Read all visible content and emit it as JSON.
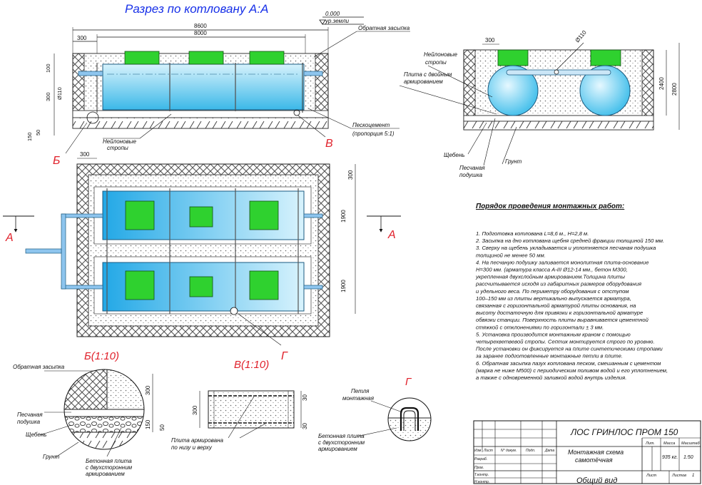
{
  "colors": {
    "tank": "#48c6ee",
    "tank_light": "#cfeefc",
    "hatch": "#2fd12f",
    "red": "#e0202a",
    "blue": "#1730e8"
  },
  "section": {
    "title": "Разрез по котловану А:А",
    "level_value": "0.000",
    "level_label": "ур.земли",
    "dim_8600": "8600",
    "dim_8000": "8000",
    "dim_300_top": "300",
    "dim_100": "100",
    "dim_300_left": "300",
    "dim_pipe": "Ø110",
    "dim_150": "150",
    "dim_50": "50",
    "backfill": "Обратная засыпка",
    "sandcement_1": "Пескоцемент",
    "sandcement_2": "(пропорция 5:1)",
    "nylon_1": "Нейлоновые",
    "nylon_2": "стропы",
    "mark_b": "Б",
    "mark_v": "В"
  },
  "cross": {
    "dim_300": "300",
    "dim_pipe": "Ø110",
    "dim_2400": "2400",
    "dim_2800": "2800",
    "nylon_1": "Нейлоновые",
    "nylon_2": "стропы",
    "plate_1": "Плита с двойным",
    "plate_2": "армированием",
    "gravel": "Щебень",
    "sand_1": "Песчаная",
    "sand_2": "подушка",
    "ground": "Грунт"
  },
  "plan": {
    "dim_300_left": "300",
    "dim_300_right": "300",
    "dim_1900_a": "1900",
    "dim_1900_b": "1900",
    "mark_a_left": "А",
    "mark_a_right": "А",
    "mark_g": "Г"
  },
  "detail_b": {
    "title": "Б(1:10)",
    "backfill": "Обратная засыпка",
    "sand_1": "Песчаная",
    "sand_2": "подушка",
    "gravel": "Щебень",
    "ground": "Грунт",
    "conc_1": "Бетонная плита",
    "conc_2": "с двухсторонним",
    "conc_3": "армированием",
    "dim_300": "300",
    "dim_150": "150",
    "dim_50": "50"
  },
  "detail_v": {
    "title": "В(1:10)",
    "dim_300": "300",
    "dim_30a": "30",
    "dim_30b": "30",
    "note_1": "Плита армирована",
    "note_2": "по низу и верху"
  },
  "detail_g": {
    "title": "Г",
    "loop_1": "Петля",
    "loop_2": "монтажная",
    "conc_1": "Бетонная плита",
    "conc_2": "с двухсторонним",
    "conc_3": "армированием"
  },
  "procedure": {
    "title": "Порядок проведения монтажных работ:",
    "lines": [
      "1. Подготовка котлована L=8,6 м., Н=2,8 м.",
      "2. Засыпка на дно котлована щебня средней фракции толщиной 150 мм.",
      "3. Сверху на щебень укладывается и уплотняется песчаная подушка",
      "    толщиной не менее 50 мм.",
      "4. На песчаную подушку заливается монолитная плита-основание",
      "    Н=300 мм. (арматура класса А-III Ø12-14 мм., бетон М300,",
      "    укрепленная двухслойным армированием.Толщина плиты",
      "    рассчитывается исходя из габаритных размеров оборудования",
      "    и удельного веса. По периметру оборудования с отступом",
      "    100–150 мм из плиты вертикально выпускается арматура,",
      "    связанная с горизонтальной арматурой плиты основания, на",
      "    высоту достаточную для привязки к горизонтальной арматуре",
      "    обвязки станции. Поверхность плиты выравнивается цементной",
      "    стяжкой с отклонениями по горизонтали ± 3 мм.",
      "5. Установка производится монтажным краном с помощью",
      "    четырехветвевой стропы. Септик монтируется строго по уровню.",
      "    После установки он фиксируется на плите синтетическими стропами",
      "    за заранее подготовленные монтажные петли в плите.",
      "6. Обратная засыпка пазух котлована песком, смешанным с цементом",
      "    (марка не ниже М500) с периодическим поливом водой и его уплотнением,",
      "    а также с одновременной заливкой водой внутрь изделия."
    ]
  },
  "stamp": {
    "project": "ЛОС ГРИНЛОС ПРОМ 150",
    "desc_1": "Монтажная схема",
    "desc_2": "самотёчная",
    "view": "Общий вид",
    "h_izm": "Изм",
    "h_list": "Лист",
    "h_doc": "N° докум.",
    "h_sign": "Подп.",
    "h_date": "Дата",
    "r_razrab": "Разраб.",
    "r_prov": "Пров.",
    "r_tkontr": "Т.контр.",
    "r_nkontr": "Н.контр.",
    "lit": "Лит.",
    "mass": "Масса",
    "scale": "Масштаб",
    "mass_val": "935 кг.",
    "scale_val": "1:50",
    "sheet": "Лист",
    "sheets": "Листов",
    "sheets_val": "1"
  }
}
